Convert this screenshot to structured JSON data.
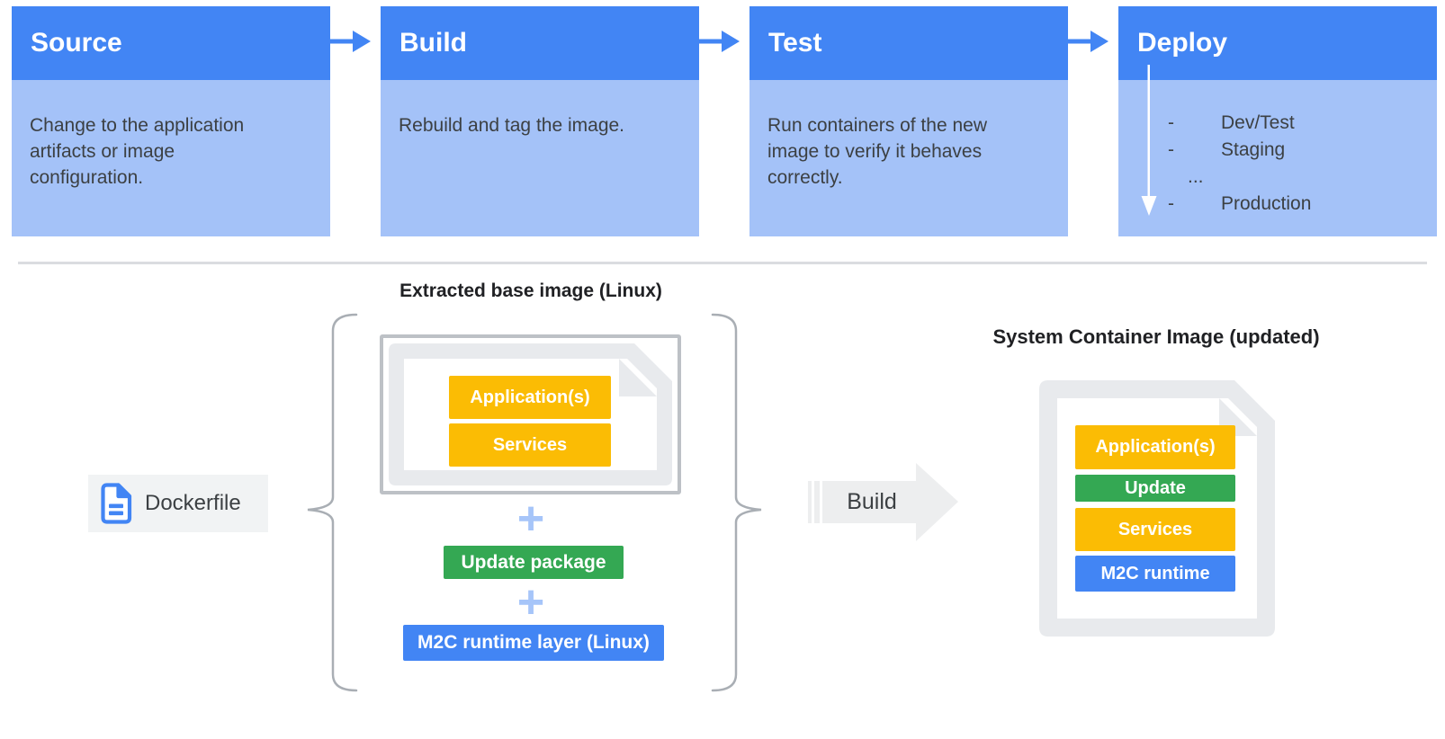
{
  "pipeline": {
    "stages": [
      {
        "title": "Source",
        "description": "Change to the application artifacts or image configuration."
      },
      {
        "title": "Build",
        "description": "Rebuild and tag the image."
      },
      {
        "title": "Test",
        "description": "Run containers of the new image to verify it behaves correctly."
      },
      {
        "title": "Deploy",
        "items": [
          {
            "bullet": "-",
            "label": "Dev/Test"
          },
          {
            "bullet": "-",
            "label": "Staging"
          },
          {
            "bullet": "",
            "label": "..."
          },
          {
            "bullet": "-",
            "label": "Production"
          }
        ]
      }
    ]
  },
  "build_flow": {
    "extracted_base_image": {
      "title": "Extracted base image (Linux)",
      "layers": {
        "application": "Application(s)",
        "services": "Services"
      }
    },
    "dockerfile": {
      "label": "Dockerfile"
    },
    "plus": "+",
    "update_package": {
      "label": "Update package"
    },
    "m2c_runtime_layer": {
      "label": "M2C runtime layer (Linux)"
    },
    "build_arrow": {
      "label": "Build"
    },
    "system_container_image": {
      "title": "System Container Image (updated)",
      "layers": {
        "application": "Application(s)",
        "update": "Update",
        "services": "Services",
        "m2c_runtime": "M2C runtime"
      }
    }
  },
  "colors": {
    "header_blue": "#4285F4",
    "body_blue": "#A4C2F8",
    "flow_arrow_blue": "#4285F4",
    "yellow": "#FBBC04",
    "green": "#34A853",
    "blue": "#4285F4",
    "doc_gray": "#E8EAED",
    "border_gray": "#BDC1C6",
    "chip_gray": "#F1F3F4",
    "arrow_gray": "#EDEEEF",
    "text_dark": "#3C4043",
    "title_dark": "#202124",
    "brace_gray": "#A9AEB4",
    "divider_gray": "#DADCE0",
    "plus_blue": "#A6C5F9"
  }
}
